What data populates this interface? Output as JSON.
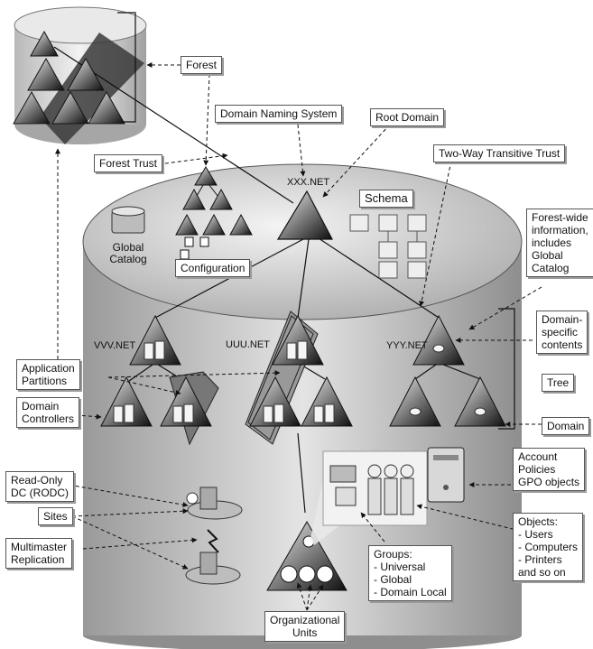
{
  "labels": {
    "forest": "Forest",
    "forest_trust": "Forest Trust",
    "domain_naming_system": "Domain Naming System",
    "root_domain": "Root Domain",
    "two_way_transitive_trust": "Two-Way Transitive Trust",
    "schema": "Schema",
    "global_catalog": "Global\nCatalog",
    "configuration": "Configuration",
    "forest_wide_info": "Forest-wide\ninformation,\nincludes\nGlobal\nCatalog",
    "domain_specific_contents": "Domain-\nspecific\ncontents",
    "tree": "Tree",
    "domain": "Domain",
    "application_partitions": "Application\nPartitions",
    "domain_controllers": "Domain\nControllers",
    "rodc": "Read-Only\nDC (RODC)",
    "sites": "Sites",
    "multimaster_replication": "Multimaster\nReplication",
    "account_policies": "Account\nPolicies\nGPO objects",
    "objects": "Objects:\n- Users\n- Computers\n- Printers\n  and so on",
    "groups": "Groups:\n- Universal\n- Global\n- Domain Local",
    "organizational_units": "Organizational\nUnits"
  },
  "domains": {
    "root": "XXX.NET",
    "vvv": "VVV.NET",
    "uuu": "UUU.NET",
    "yyy": "YYY.NET"
  },
  "colors": {
    "triangle_dark": "#1a1a1a",
    "triangle_light": "#d0d0d0",
    "cylinder_body": "#c8c8c8",
    "cylinder_top": "#dcdcdc"
  }
}
